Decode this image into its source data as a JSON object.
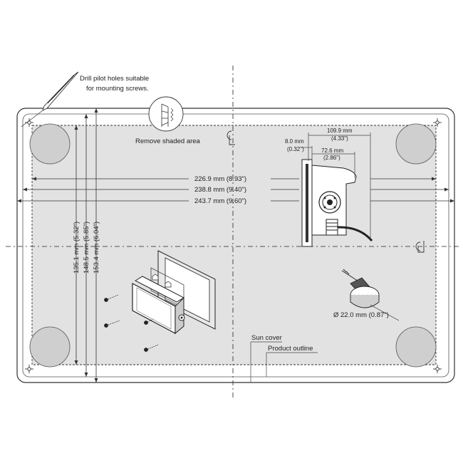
{
  "labels": {
    "drill_note_line1": "Drill pilot holes suitable",
    "drill_note_line2": "for mounting screws.",
    "remove_shaded": "Remove shaded area",
    "dim_226": "226.9 mm (8.93\")",
    "dim_238": "238.8 mm (9.40\")",
    "dim_243": "243.7 mm (9.60\")",
    "dim_135": "135.1 mm (5.32\")",
    "dim_148": "148.5 mm (5.85\")",
    "dim_153": "153.4 mm (6.04\")",
    "dim_109_mm": "109.9 mm",
    "dim_109_in": "(4.33\")",
    "dim_8_mm": "8.0 mm",
    "dim_8_in": "(0.32\")",
    "dim_72_mm": "72.6 mm",
    "dim_72_in": "(2.86\")",
    "hole_saw": "Ø 22.0 mm (0.87\")",
    "sun_cover": "Sun cover",
    "product_outline": "Product outline"
  },
  "centerline_symbol": "CL",
  "colors": {
    "shaded_area": "#e2e2e2",
    "corner_circle": "#cfcfcf",
    "line": "#222222"
  },
  "icons": [
    "drill-bit-icon",
    "wrench-icon",
    "hole-saw-icon",
    "screw-icon",
    "display-unit-icon"
  ]
}
